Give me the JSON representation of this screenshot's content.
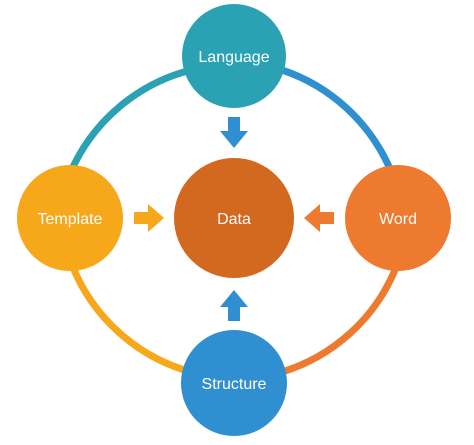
{
  "diagram": {
    "center": {
      "label": "Data",
      "color": "#D2691E"
    },
    "nodes": {
      "top": {
        "label": "Language",
        "color": "#2AA2B4"
      },
      "left": {
        "label": "Template",
        "color": "#F7A71A"
      },
      "right": {
        "label": "Word",
        "color": "#EE7A2F"
      },
      "bottom": {
        "label": "Structure",
        "color": "#2F8FD0"
      }
    },
    "arcs": {
      "top_left": "#2AA2B4",
      "top_right": "#2F8FD0",
      "left_bottom": "#F7A71A",
      "bottom_right": "#EE7A2F"
    },
    "arrows": {
      "from_top": "#2F8FD0",
      "from_left": "#F7A71A",
      "from_right": "#EE7A2F",
      "from_bottom": "#2F8FD0"
    }
  }
}
